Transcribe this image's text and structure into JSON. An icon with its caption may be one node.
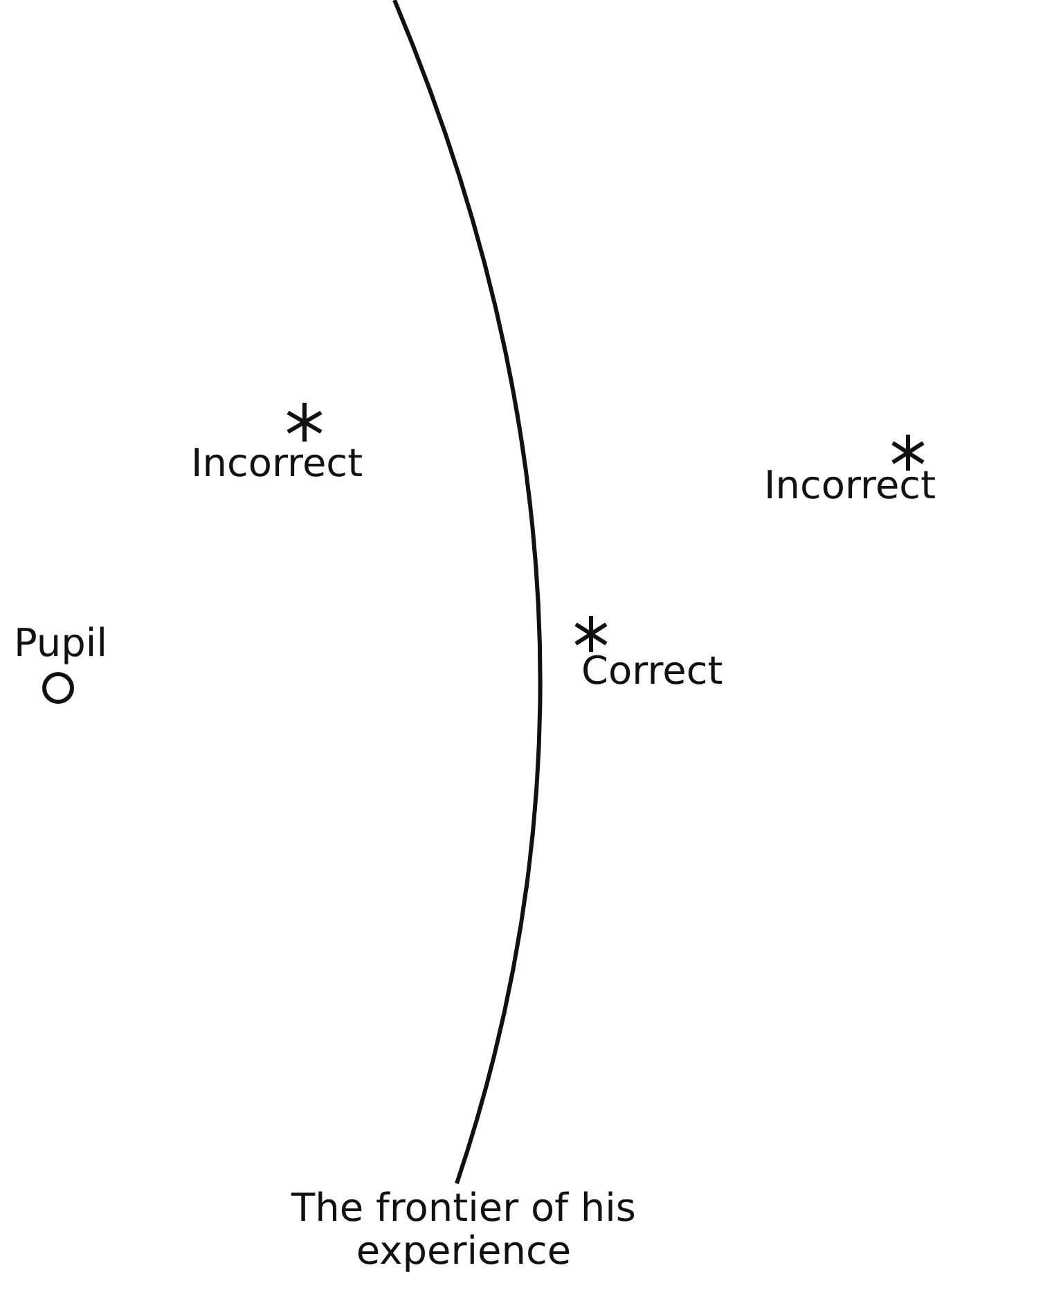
{
  "diagram": {
    "labels": [
      "Incorrect",
      "Incorrect",
      "Pupil",
      "Correct",
      "The frontier of his experience"
    ]
  }
}
